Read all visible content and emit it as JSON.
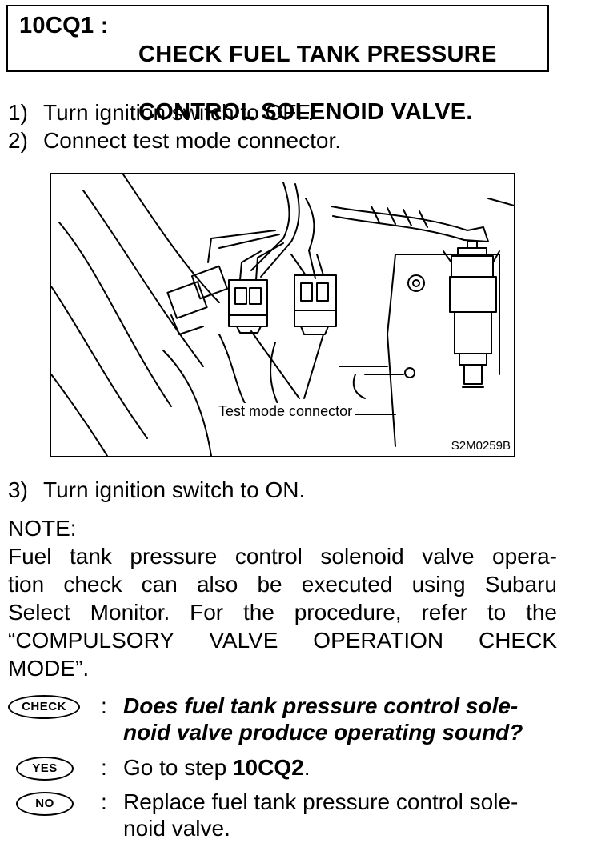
{
  "header": {
    "code": "10CQ1 :",
    "title_lines": [
      "CHECK FUEL TANK PRESSURE",
      "CONTROL SOLENOID VALVE."
    ]
  },
  "steps": [
    {
      "num": "1)",
      "text": "Turn ignition switch to OFF."
    },
    {
      "num": "2)",
      "text": "Connect test mode connector."
    },
    {
      "num": "3)",
      "text": "Turn ignition switch to ON."
    }
  ],
  "figure": {
    "callout": "Test mode connector",
    "code": "S2M0259B"
  },
  "note": {
    "label": "NOTE:",
    "lines": [
      "Fuel tank pressure control solenoid valve opera-",
      "tion check can also be executed using Subaru",
      "Select Monitor. For the procedure, refer to the",
      "“COMPULSORY VALVE OPERATION CHECK",
      "MODE”."
    ]
  },
  "check": {
    "badge": "CHECK",
    "colon": ":",
    "question_lines": [
      "Does fuel tank pressure control sole-",
      "noid valve produce operating sound?"
    ]
  },
  "yes": {
    "badge": "YES",
    "colon": ":",
    "prefix": "Go to step ",
    "step": "10CQ2",
    "suffix": "."
  },
  "no": {
    "badge": "NO",
    "colon": ":",
    "lines": [
      "Replace fuel tank pressure control sole-",
      "noid valve."
    ]
  }
}
